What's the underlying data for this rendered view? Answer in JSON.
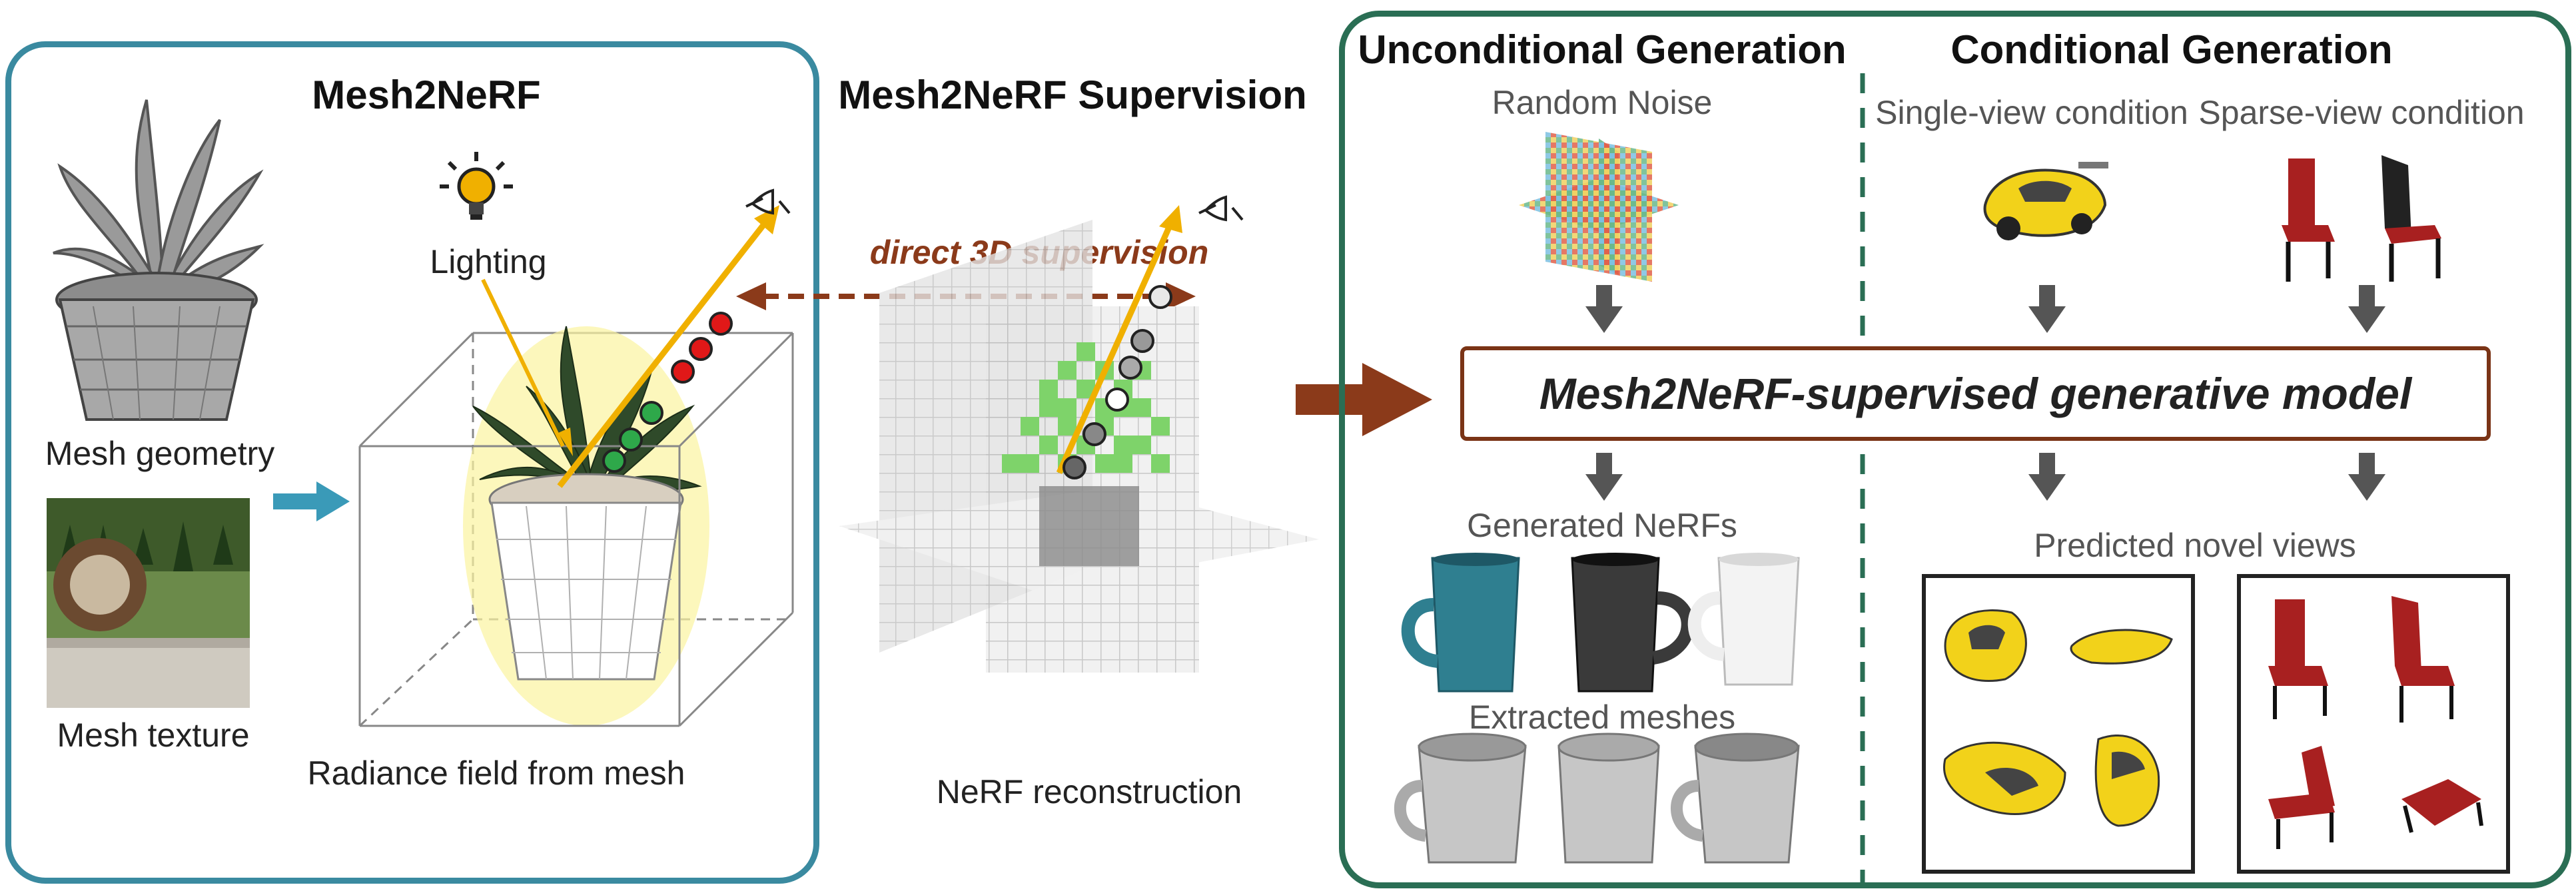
{
  "left_panel": {
    "title": "Mesh2NeRF",
    "mesh_geometry_label": "Mesh geometry",
    "mesh_texture_label": "Mesh texture",
    "lighting_label": "Lighting",
    "radiance_label": "Radiance field from mesh"
  },
  "middle": {
    "title": "Mesh2NeRF Supervision",
    "supervision_label": "direct 3D supervision",
    "reconstruction_label": "NeRF reconstruction"
  },
  "right_panel": {
    "uncond_title": "Unconditional Generation",
    "cond_title": "Conditional Generation",
    "random_noise_label": "Random Noise",
    "single_view_label": "Single-view condition",
    "sparse_view_label": "Sparse-view condition",
    "model_label": "Mesh2NeRF-supervised generative model",
    "generated_nerfs_label": "Generated NeRFs",
    "extracted_meshes_label": "Extracted meshes",
    "predicted_views_label": "Predicted novel views"
  },
  "colors": {
    "left_border": "#3a8aa0",
    "right_border": "#2a6e54",
    "brown": "#8b3a1a",
    "ray": "#f0b000",
    "green_point": "#2ea84a",
    "red_point": "#e01818"
  }
}
